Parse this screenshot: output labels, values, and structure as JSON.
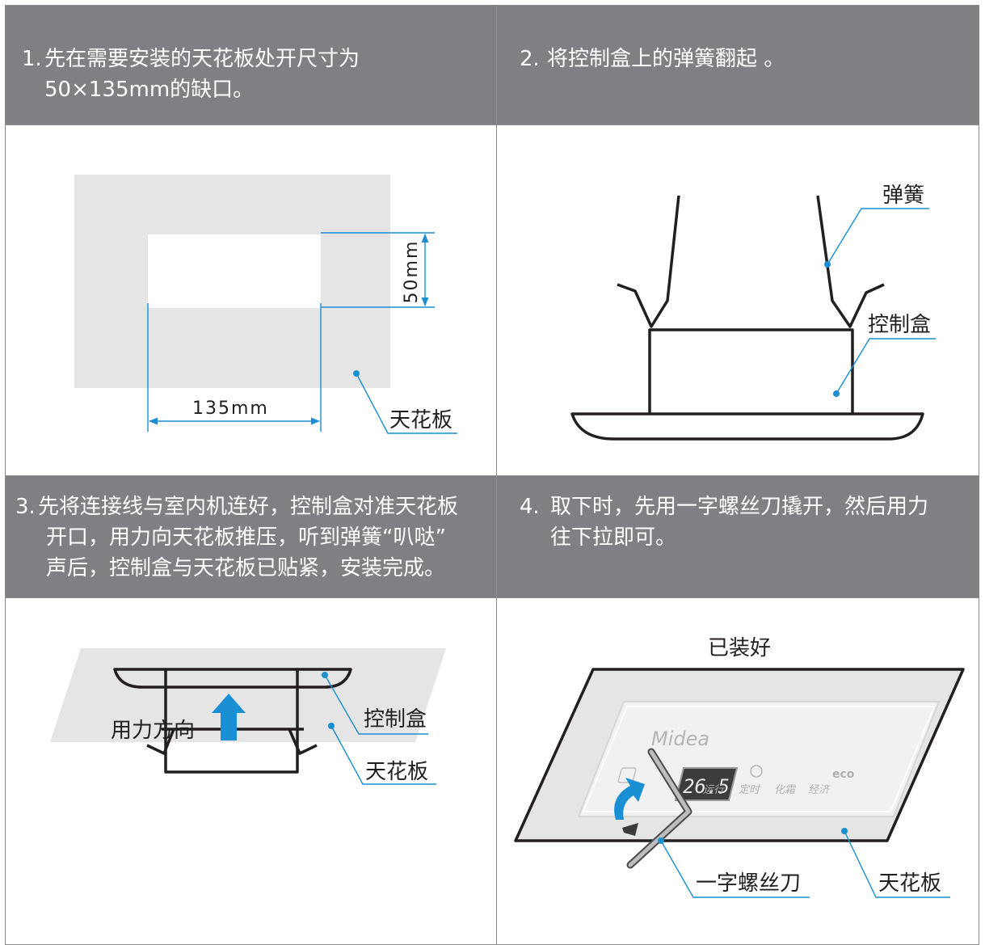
{
  "steps": [
    {
      "number": "1.",
      "lines": [
        "先在需要安装的天花板处开尺寸为",
        "50×135mm的缺口。"
      ]
    },
    {
      "number": "2.",
      "lines": [
        "将控制盒上的弹簧翻起 。"
      ]
    },
    {
      "number": "3.",
      "lines": [
        "先将连接线与室内机连好，控制盒对准天花板",
        "开口，用力向天花板推压，听到弹簧“叭哒”",
        "声后，控制盒与天花板已贴紧，安装完成。"
      ]
    },
    {
      "number": "4.",
      "lines": [
        "取下时，先用一字螺丝刀撬开，然后用力",
        "往下拉即可。"
      ]
    }
  ],
  "diagram1": {
    "width_dim": "135mm",
    "height_dim": "50mm",
    "ceiling_label": "天花板"
  },
  "diagram2": {
    "spring_label": "弹簧",
    "box_label": "控制盒"
  },
  "diagram3": {
    "ceiling_label": "天花板",
    "box_label": "控制盒",
    "force_label": "用力方向"
  },
  "diagram4": {
    "title": "已装好",
    "screwdriver_label": "一字螺丝刀",
    "ceiling_label": "天花板",
    "panel": {
      "brand": "Midea",
      "display": "26.5",
      "buttons": [
        "运行",
        "定时",
        "化霜",
        "经济"
      ],
      "eco": "eco"
    }
  },
  "colors": {
    "header": "#7f8083",
    "ceiling": "#e5e5e6",
    "leader": "#1a8fd1",
    "arrow": "#1b8fd4",
    "line": "#231f20"
  }
}
